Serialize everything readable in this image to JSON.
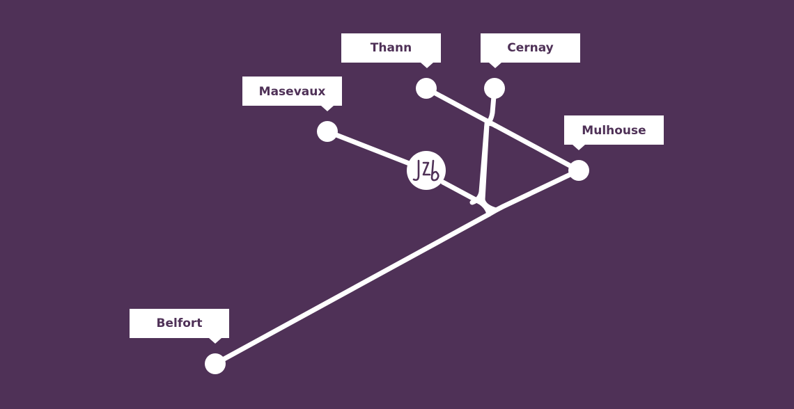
{
  "colors": {
    "background": "#4f3157",
    "route": "#ffffff",
    "label_text": "#4f3157"
  },
  "logo_icon": "jzb-monogram-icon",
  "cities": [
    {
      "key": "thann",
      "label": "Thann"
    },
    {
      "key": "cernay",
      "label": "Cernay"
    },
    {
      "key": "masevaux",
      "label": "Masevaux"
    },
    {
      "key": "mulhouse",
      "label": "Mulhouse"
    },
    {
      "key": "belfort",
      "label": "Belfort"
    }
  ]
}
